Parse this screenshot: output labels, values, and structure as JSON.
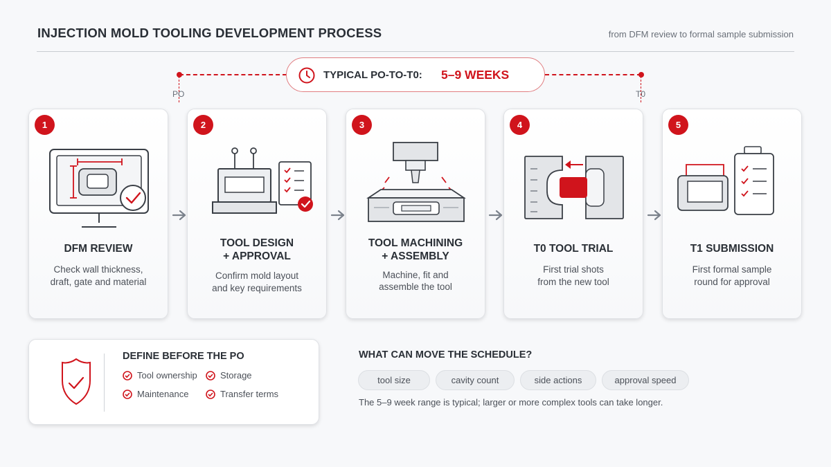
{
  "header": {
    "title": "INJECTION MOLD TOOLING DEVELOPMENT PROCESS",
    "subtitle": "from DFM review to formal sample submission"
  },
  "timeline": {
    "label": "TYPICAL PO-TO-T0:",
    "value": "5–9 WEEKS",
    "start_tick": "PO",
    "end_tick": "T0",
    "icon": "clock-icon"
  },
  "steps": [
    {
      "number": "1",
      "title_line1": "DFM REVIEW",
      "title_line2": "",
      "desc_line1": "Check wall thickness,",
      "desc_line2": "draft, gate and material",
      "icon": "monitor-drawing-icon"
    },
    {
      "number": "2",
      "title_line1": "TOOL DESIGN",
      "title_line2": "+ APPROVAL",
      "desc_line1": "Confirm mold layout",
      "desc_line2": "and key requirements",
      "icon": "mold-design-checklist-icon"
    },
    {
      "number": "3",
      "title_line1": "TOOL MACHINING",
      "title_line2": "+ ASSEMBLY",
      "desc_line1": "Machine, fit and",
      "desc_line2": "assemble the tool",
      "icon": "cnc-machine-icon"
    },
    {
      "number": "4",
      "title_line1": "T0 TOOL TRIAL",
      "title_line2": "",
      "desc_line1": "First trial shots",
      "desc_line2": "from the new tool",
      "icon": "mold-halves-icon"
    },
    {
      "number": "5",
      "title_line1": "T1 SUBMISSION",
      "title_line2": "",
      "desc_line1": "First formal sample",
      "desc_line2": "round for approval",
      "icon": "sample-clipboard-icon"
    }
  ],
  "define": {
    "title": "DEFINE BEFORE THE PO",
    "icon": "shield-check-icon",
    "items": [
      "Tool ownership",
      "Storage",
      "Maintenance",
      "Transfer terms"
    ]
  },
  "schedule": {
    "title": "WHAT CAN MOVE THE SCHEDULE?",
    "factors": [
      "tool size",
      "cavity count",
      "side actions",
      "approval speed"
    ],
    "note": "The 5–9 week range is typical; larger or more complex tools can take longer."
  },
  "colors": {
    "accent": "#d0141c",
    "text": "#2a2f36",
    "muted": "#6a7079",
    "background": "#f7f8fa"
  }
}
